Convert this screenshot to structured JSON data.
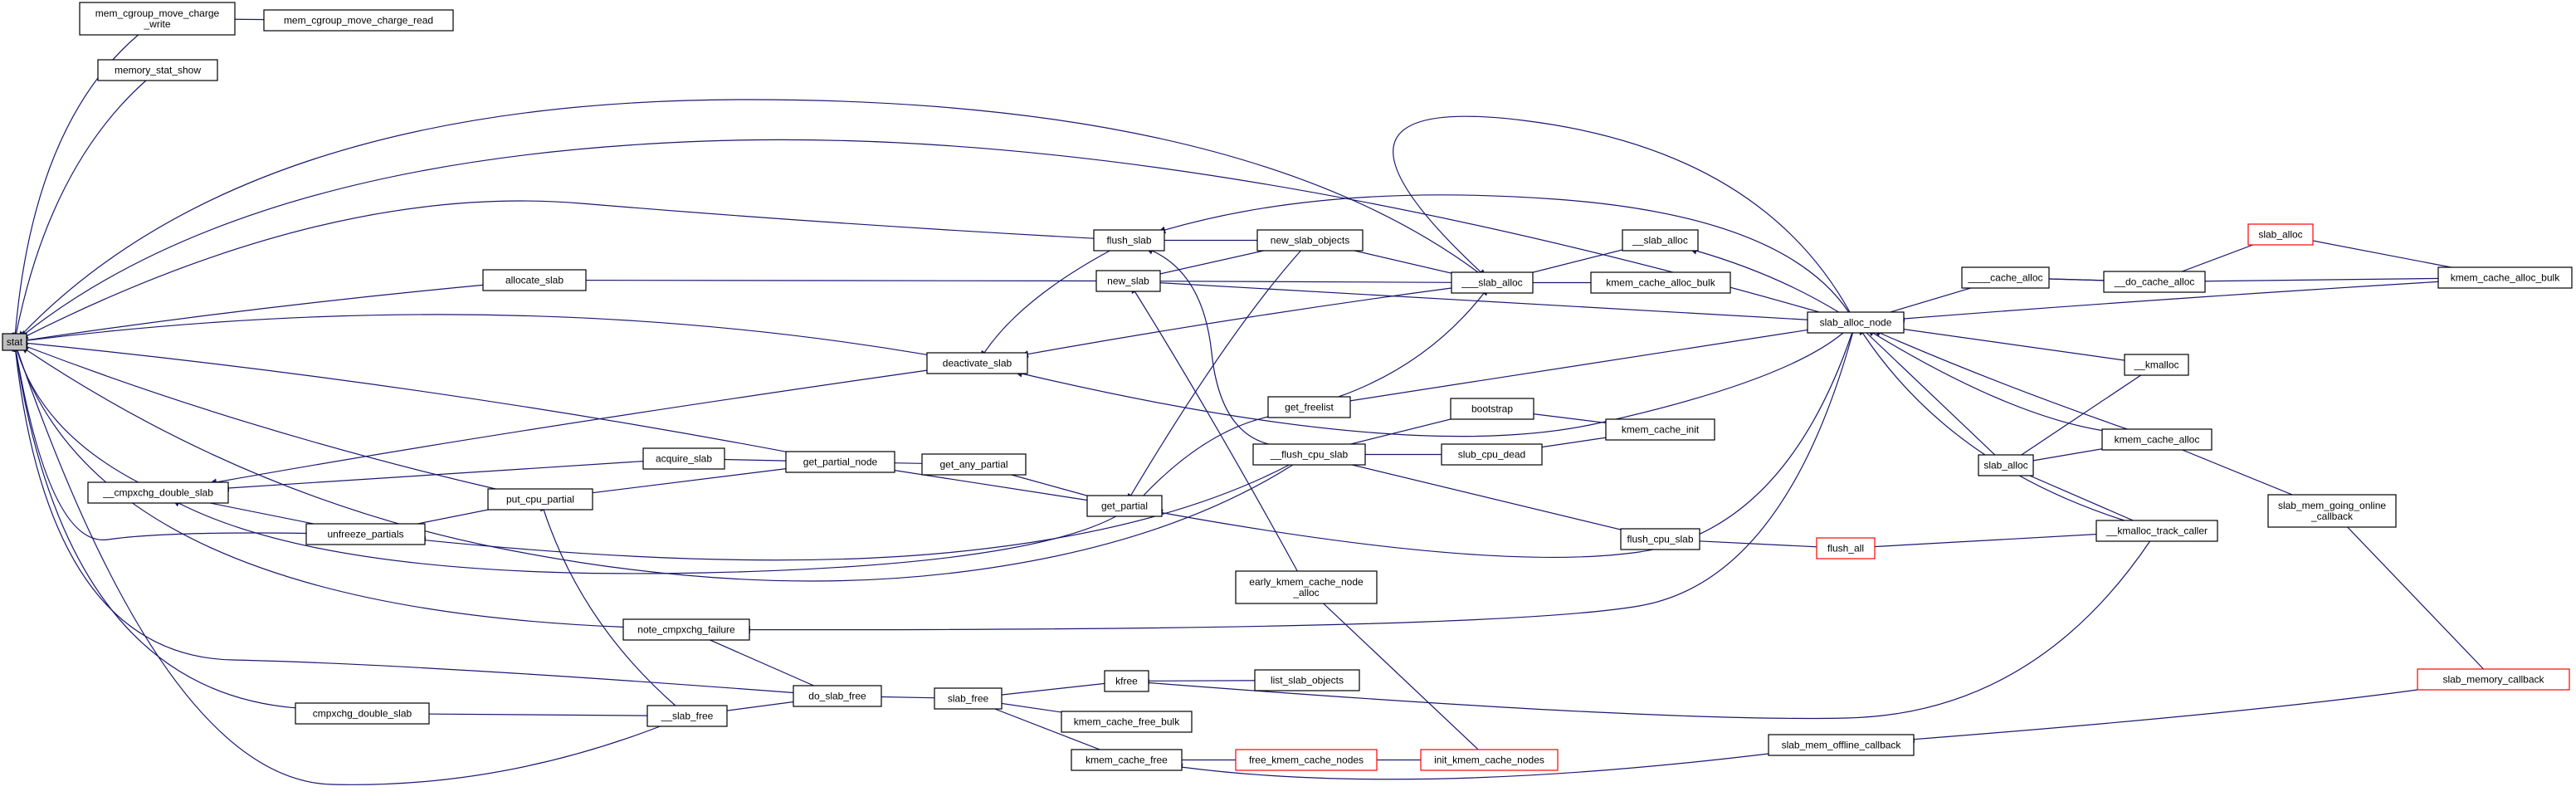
{
  "colors": {
    "edge": "#191970",
    "node_border": "#000000",
    "truncated_border": "#ff0000",
    "root_fill": "#bfbfbf",
    "background": "#ffffff"
  },
  "nodes": {
    "stat": [
      "stat"
    ],
    "mem_cgroup_move_charge_write": [
      "mem_cgroup_move_charge",
      "_write"
    ],
    "mem_cgroup_move_charge_read": [
      "mem_cgroup_move_charge_read"
    ],
    "memory_stat_show": [
      "memory_stat_show"
    ],
    "allocate_slab": [
      "allocate_slab"
    ],
    "cmpxchg_double_slab_u": [
      "__cmpxchg_double_slab"
    ],
    "unfreeze_partials": [
      "unfreeze_partials"
    ],
    "put_cpu_partial": [
      "put_cpu_partial"
    ],
    "acquire_slab": [
      "acquire_slab"
    ],
    "get_partial_node": [
      "get_partial_node"
    ],
    "get_any_partial": [
      "get_any_partial"
    ],
    "get_partial": [
      "get_partial"
    ],
    "note_cmpxchg_failure": [
      "note_cmpxchg_failure"
    ],
    "cmpxchg_double_slab": [
      "cmpxchg_double_slab"
    ],
    "slab_free_u": [
      "__slab_free"
    ],
    "do_slab_free": [
      "do_slab_free"
    ],
    "slab_free": [
      "slab_free"
    ],
    "kfree": [
      "kfree"
    ],
    "list_slab_objects": [
      "list_slab_objects"
    ],
    "kmem_cache_free_bulk": [
      "kmem_cache_free_bulk"
    ],
    "kmem_cache_free": [
      "kmem_cache_free"
    ],
    "free_kmem_cache_nodes": [
      "free_kmem_cache_nodes"
    ],
    "init_kmem_cache_nodes": [
      "init_kmem_cache_nodes"
    ],
    "deactivate_slab": [
      "deactivate_slab"
    ],
    "flush_slab": [
      "flush_slab"
    ],
    "new_slab": [
      "new_slab"
    ],
    "new_slab_objects": [
      "new_slab_objects"
    ],
    "slab_alloc_3": [
      "___slab_alloc"
    ],
    "slab_alloc_2": [
      "__slab_alloc"
    ],
    "kmem_cache_alloc_bulk": [
      "kmem_cache_alloc_bulk"
    ],
    "get_freelist": [
      "get_freelist"
    ],
    "flush_cpu_slab_u": [
      "__flush_cpu_slab"
    ],
    "bootstrap": [
      "bootstrap"
    ],
    "slub_cpu_dead": [
      "slub_cpu_dead"
    ],
    "kmem_cache_init": [
      "kmem_cache_init"
    ],
    "flush_cpu_slab": [
      "flush_cpu_slab"
    ],
    "flush_all": [
      "flush_all"
    ],
    "early_kmem_cache_node_alloc": [
      "early_kmem_cache_node",
      "_alloc"
    ],
    "slab_alloc_node": [
      "slab_alloc_node"
    ],
    "cache_alloc_4": [
      "____cache_alloc"
    ],
    "do_cache_alloc": [
      "__do_cache_alloc"
    ],
    "slab_alloc_red": [
      "slab_alloc"
    ],
    "kmem_cache_alloc_bulk2": [
      "kmem_cache_alloc_bulk"
    ],
    "kmalloc_u": [
      "__kmalloc"
    ],
    "kmem_cache_alloc": [
      "kmem_cache_alloc"
    ],
    "slab_alloc": [
      "slab_alloc"
    ],
    "kmalloc_track_caller": [
      "__kmalloc_track_caller"
    ],
    "slab_mem_going_online_callback": [
      "slab_mem_going_online",
      "_callback"
    ],
    "slab_memory_callback": [
      "slab_memory_callback"
    ],
    "slab_mem_offline_callback": [
      "slab_mem_offline_callback"
    ]
  }
}
